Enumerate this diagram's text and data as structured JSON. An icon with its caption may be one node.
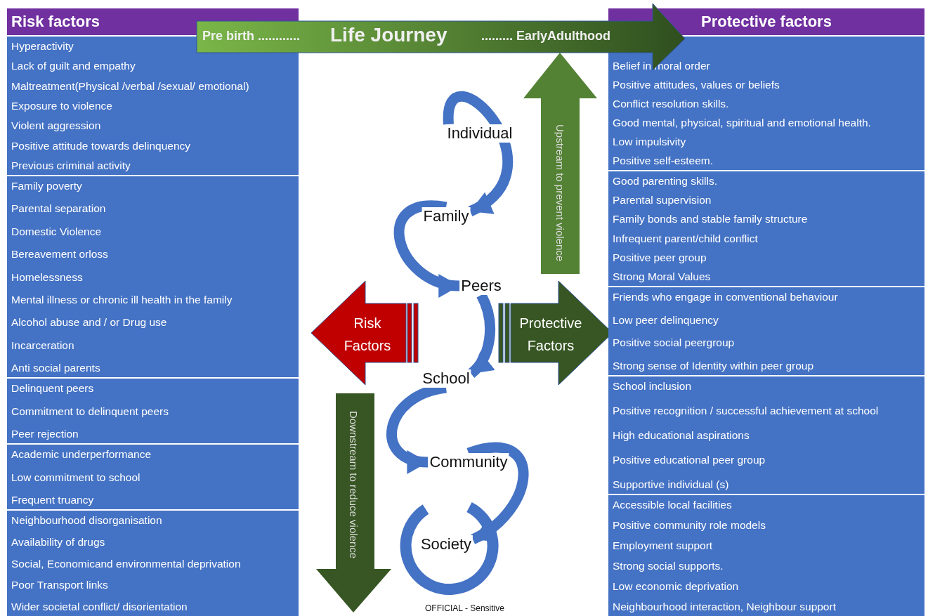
{
  "diagram": {
    "nodes": [
      {
        "text": [
          "Risk factors"
        ]
      },
      {
        "text": [
          "Pre birth ............",
          "Life Journey",
          "......... EarlyAdulthood"
        ]
      },
      {
        "text": [
          "Protective factors"
        ]
      },
      {
        "text": [
          "Hyperactivity",
          "Lack of guilt and empathy",
          "Maltreatment(Physical /verbal /sexual/ emotional)",
          "Exposure to violence",
          "Violent aggression",
          "Positive attitude towards delinquency",
          "Previous criminal activity"
        ]
      },
      {
        "text": [
          "Family poverty",
          "Parental separation",
          "Domestic Violence",
          "Bereavement orloss",
          "Homelessness",
          "Mental illness or chronic ill health in the family",
          "Alcohol abuse and / or Drug use",
          "Incarceration",
          "Anti social parents"
        ]
      },
      {
        "text": [
          "Delinquent peers",
          "Commitment to delinquent peers",
          "Peer rejection"
        ]
      },
      {
        "text": [
          "Academic underperformance",
          "Low commitment to school",
          "Frequent truancy"
        ]
      },
      {
        "text": [
          "Neighbourhood disorganisation",
          "Availability of drugs",
          "Social, Economicand environmental deprivation",
          "Poor Transport links",
          "Wider societal conflict/ disorientation"
        ]
      },
      {
        "text": [
          "Upstream to prevent violence"
        ]
      },
      {
        "text": [
          "Individual"
        ]
      },
      {
        "text": [
          "Family"
        ]
      },
      {
        "text": [
          "Peers"
        ]
      },
      {
        "text": [
          "Risk Factors"
        ]
      },
      {
        "text": [
          "Protective Factors"
        ]
      },
      {
        "text": [
          "School"
        ]
      },
      {
        "text": [
          "Downstream to reduce violence"
        ]
      },
      {
        "text": [
          "Community"
        ]
      },
      {
        "text": [
          "Society"
        ]
      },
      {
        "text": [
          "Belief in moral order",
          "Positive attitudes, values or beliefs",
          "Conflict resolution skills.",
          "Good mental, physical, spiritual and emotional health.",
          "Low impulsivity",
          "Positive self-esteem."
        ]
      },
      {
        "text": [
          "Good parenting skills.",
          "Parental supervision",
          "Family bonds and stable family structure",
          "Infrequent parent/child conflict",
          "Positive peer group",
          "Strong Moral Values"
        ]
      },
      {
        "text": [
          "Friends who engage in conventional behaviour",
          "Low peer delinquency",
          "Positive social peergroup",
          "Strong sense of Identity within peer group"
        ]
      },
      {
        "text": [
          "School inclusion",
          "Positive recognition / successful achievement at school",
          "High educational aspirations",
          "Positive educational peer group",
          "Supportive individual (s)"
        ]
      },
      {
        "text": [
          "Accessible local facilities",
          "Positive community role models",
          "Employment support",
          "Strong social supports.",
          "Low economic deprivation",
          "Neighbourhood interaction, Neighbour support"
        ]
      }
    ],
    "edges": [
      {
        "from": 9,
        "to": 10,
        "arrow": "to"
      },
      {
        "from": 10,
        "to": 11,
        "arrow": "to"
      },
      {
        "from": 11,
        "to": 14,
        "arrow": "to"
      },
      {
        "from": 14,
        "to": 16,
        "arrow": "to"
      },
      {
        "from": 16,
        "to": 17,
        "arrow": "to"
      }
    ],
    "labels": [
      "OFFICIAL - Sensitive"
    ]
  }
}
